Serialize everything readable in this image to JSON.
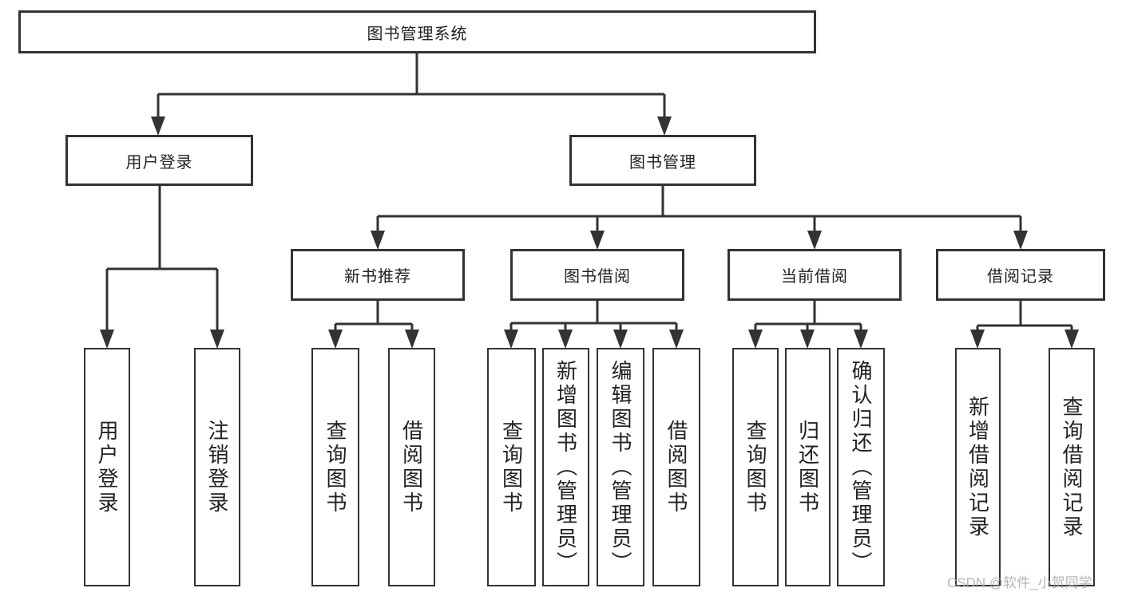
{
  "colors": {
    "line": "#333333",
    "box_border": "#333333",
    "box_background": "#ffffff",
    "text": "#222222",
    "watermark_text": "#a9a9a9",
    "page_background": "#ffffff"
  },
  "tree": {
    "root": {
      "label": "图书管理系统"
    },
    "level2": [
      {
        "id": "user-login",
        "label": "用户登录"
      },
      {
        "id": "book-management",
        "label": "图书管理"
      }
    ],
    "level3": [
      {
        "id": "new-book-recommend",
        "parent": "book-management",
        "label": "新书推荐"
      },
      {
        "id": "book-borrowing",
        "parent": "book-management",
        "label": "图书借阅"
      },
      {
        "id": "current-borrowing",
        "parent": "book-management",
        "label": "当前借阅"
      },
      {
        "id": "borrowing-records",
        "parent": "book-management",
        "label": "借阅记录"
      }
    ],
    "leaves": [
      {
        "parent": "user-login",
        "label": "用户登录"
      },
      {
        "parent": "user-login",
        "label": "注销登录"
      },
      {
        "parent": "new-book-recommend",
        "label": "查询图书"
      },
      {
        "parent": "new-book-recommend",
        "label": "借阅图书"
      },
      {
        "parent": "book-borrowing",
        "label": "查询图书"
      },
      {
        "parent": "book-borrowing",
        "label": "新增图书（管理员）"
      },
      {
        "parent": "book-borrowing",
        "label": "编辑图书（管理员）"
      },
      {
        "parent": "book-borrowing",
        "label": "借阅图书"
      },
      {
        "parent": "current-borrowing",
        "label": "查询图书"
      },
      {
        "parent": "current-borrowing",
        "label": "归还图书"
      },
      {
        "parent": "current-borrowing",
        "label": "确认归还（管理员）"
      },
      {
        "parent": "borrowing-records",
        "label": "新增借阅记录"
      },
      {
        "parent": "borrowing-records",
        "label": "查询借阅记录"
      }
    ]
  },
  "watermark": {
    "text": "CSDN @软件_小贺同学"
  }
}
